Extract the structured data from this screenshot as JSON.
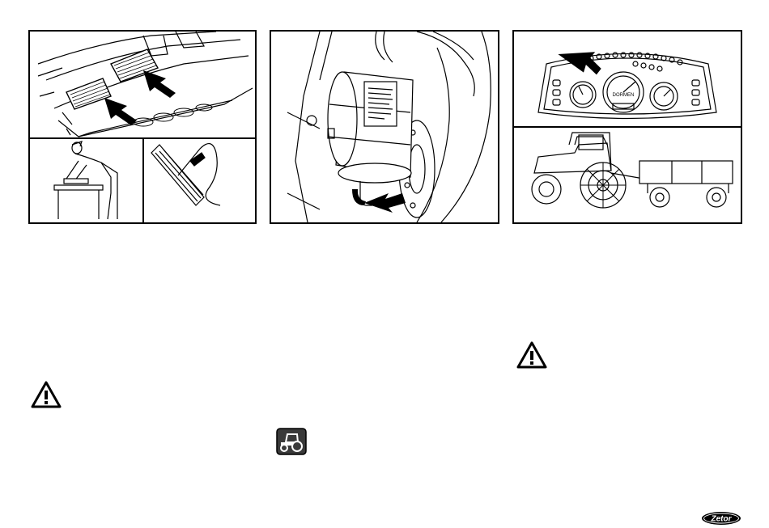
{
  "colors": {
    "ink": "#000000",
    "paper": "#ffffff",
    "symbol_bg": "#3a3a3a"
  },
  "icons": {
    "warning": "warning-triangle-icon",
    "tractor": "tractor-symbol-icon"
  },
  "illustrations": [
    {
      "name": "cab-air-filter-panel"
    },
    {
      "name": "air-tank-drain-panel"
    },
    {
      "name": "dashboard-trailer-panel"
    }
  ],
  "dashboard": {
    "brand_text": "DORMEN"
  },
  "logo": {
    "text": "Zetor"
  }
}
